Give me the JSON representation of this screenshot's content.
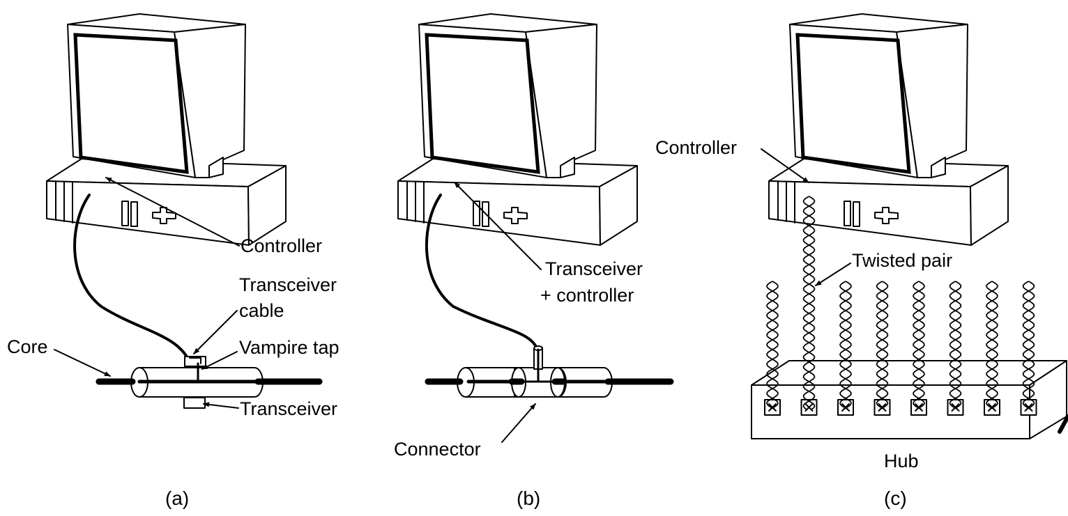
{
  "panels": [
    {
      "caption": "(a)",
      "labels": {
        "controller": "Controller",
        "transceiver_cable": [
          "Transceiver",
          "cable"
        ],
        "core": "Core",
        "vampire_tap": "Vampire tap",
        "transceiver": "Transceiver"
      }
    },
    {
      "caption": "(b)",
      "labels": {
        "transceiver_controller": [
          "Transceiver",
          "+ controller"
        ],
        "connector": "Connector"
      }
    },
    {
      "caption": "(c)",
      "labels": {
        "controller": "Controller",
        "twisted_pair": "Twisted pair",
        "hub": "Hub"
      },
      "hub_ports": 8
    }
  ]
}
